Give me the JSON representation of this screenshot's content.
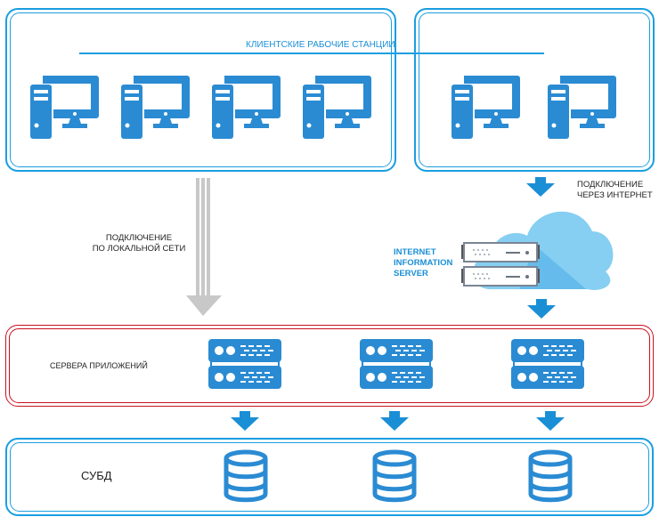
{
  "title": "Client–server architecture diagram",
  "colors": {
    "primary_blue": "#2a8bd3",
    "frame_blue": "#1a9ee0",
    "frame_red": "#c8101e",
    "arrow_gray": "#c8c8c8",
    "cloud_blue": "#86cff2"
  },
  "workstations": {
    "label": "КЛИЕНТСКИЕ РАБОЧИЕ СТАНЦИИ",
    "local_group_count": 4,
    "remote_group_count": 2,
    "icon": "desktop-computer-icon"
  },
  "connections": {
    "local": "ПОДКЛЮЧЕНИЕ\nПО ЛОКАЛЬНОЙ СЕТИ",
    "internet": "ПОДКЛЮЧЕНИЕ\nЧЕРЕЗ ИНТЕРНЕТ"
  },
  "iis": {
    "label": "INTERNET\nINFORMATION\nSERVER",
    "icon": "cloud-server-icon"
  },
  "app_servers": {
    "label": "СЕРВЕРА ПРИЛОЖЕНИЙ",
    "count": 3,
    "icon": "server-rack-icon"
  },
  "dbms": {
    "label": "СУБД",
    "count": 3,
    "icon": "database-icon"
  }
}
